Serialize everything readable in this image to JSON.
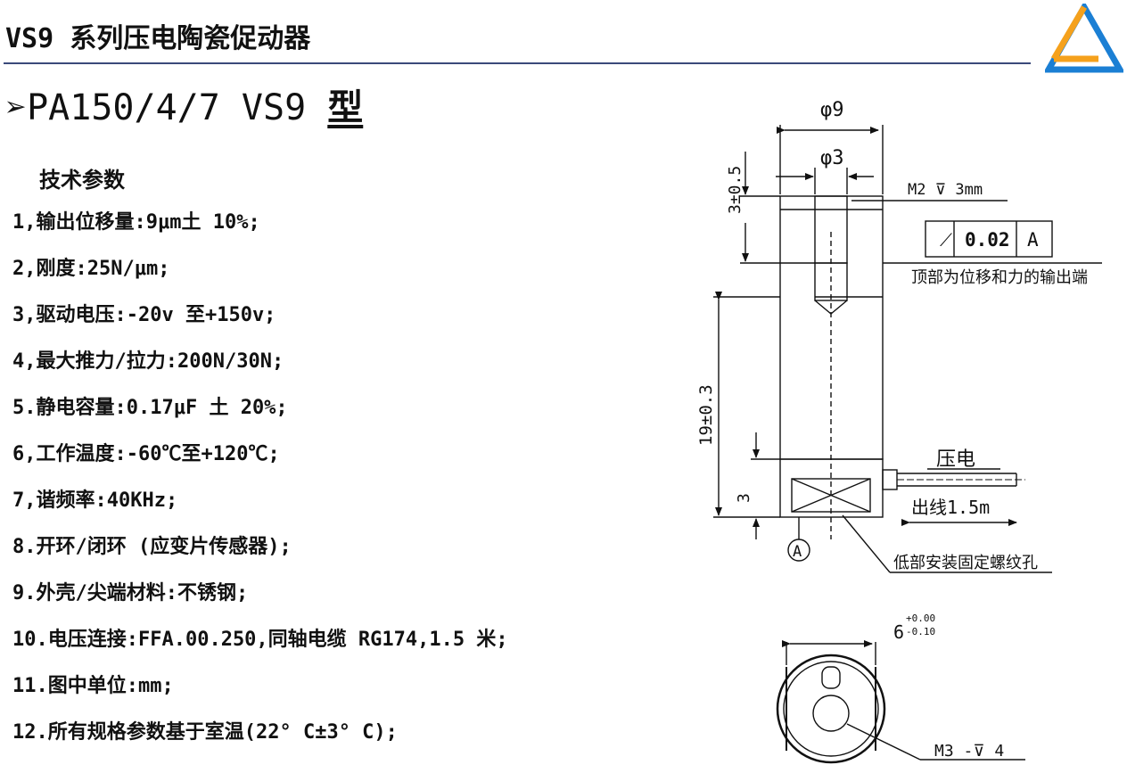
{
  "header": {
    "title": "VS9 系列压电陶瓷促动器"
  },
  "colors": {
    "rule": "#3a4a7a",
    "logo_blue": "#1b7fd4",
    "logo_orange": "#f5a11c"
  },
  "model": {
    "arrow": "➢",
    "name": "PA150/4/7 VS9",
    "suffix": "型"
  },
  "section": {
    "heading": "技术参数"
  },
  "specs": [
    "1,输出位移量:9μm土 10%;",
    "2,刚度:25N/μm;",
    "3,驱动电压:-20v 至+150v;",
    "4,最大推力/拉力:200N/30N;",
    "5.静电容量:0.17μF 土 20%;",
    "6,工作温度:-60℃至+120℃;",
    "7,谐频率:40KHz;",
    "8.开环/闭环 (应变片传感器);",
    "9.外壳/尖端材料:不锈钢;",
    "10.电压连接:FFA.00.250,同轴电缆 RG174,1.5 米;",
    "11.图中单位:mm;",
    "12.所有规格参数基于室温(22° C±3° C);"
  ],
  "drawing": {
    "dim_outer_dia": "φ9",
    "dim_inner_dia": "φ3",
    "dim_top_len": "3±0.5",
    "thread_top": "M2 ⊽ 3mm",
    "tol_symbol": "⟋",
    "tol_value": "0.02",
    "tol_datum": "A",
    "note_top": "顶部为位移和力的输出端",
    "dim_body_len": "19±0.3",
    "label_piezo": "压电",
    "label_lead": "出线1.5m",
    "dim_base_len": "3",
    "datum_label": "A",
    "note_bottom": "低部安装固定螺纹孔",
    "dim_flat": "6",
    "dim_flat_tol_upper": "+0.00",
    "dim_flat_tol_lower": "-0.10",
    "thread_bottom": "M3 -⊽ 4"
  }
}
